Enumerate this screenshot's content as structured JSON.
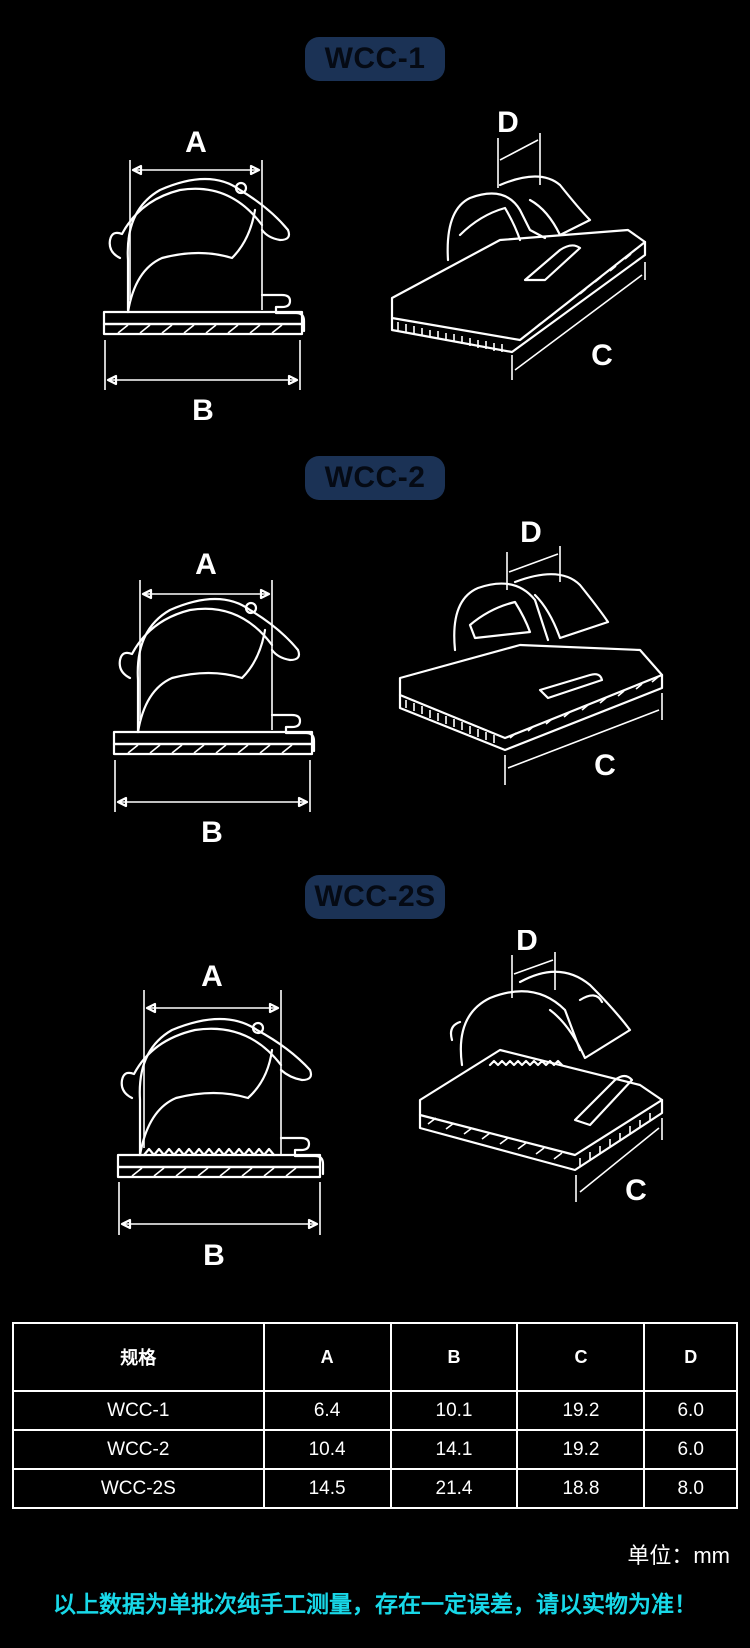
{
  "sections": [
    {
      "model": "WCC-1",
      "labels": {
        "a": "A",
        "b": "B",
        "c": "C",
        "d": "D"
      }
    },
    {
      "model": "WCC-2",
      "labels": {
        "a": "A",
        "b": "B",
        "c": "C",
        "d": "D"
      }
    },
    {
      "model": "WCC-2S",
      "labels": {
        "a": "A",
        "b": "B",
        "c": "C",
        "d": "D"
      }
    }
  ],
  "table": {
    "headers": [
      "规格",
      "A",
      "B",
      "C",
      "D"
    ],
    "rows": [
      [
        "WCC-1",
        "6.4",
        "10.1",
        "19.2",
        "6.0"
      ],
      [
        "WCC-2",
        "10.4",
        "14.1",
        "19.2",
        "6.0"
      ],
      [
        "WCC-2S",
        "14.5",
        "21.4",
        "18.8",
        "8.0"
      ]
    ]
  },
  "unit_text": "单位：mm",
  "note_text": "以上数据为单批次纯手工测量，存在一定误差，请以实物为准！",
  "colors": {
    "pill_bg": "#1b3255",
    "note": "#18d8e8",
    "background": "#000000"
  }
}
